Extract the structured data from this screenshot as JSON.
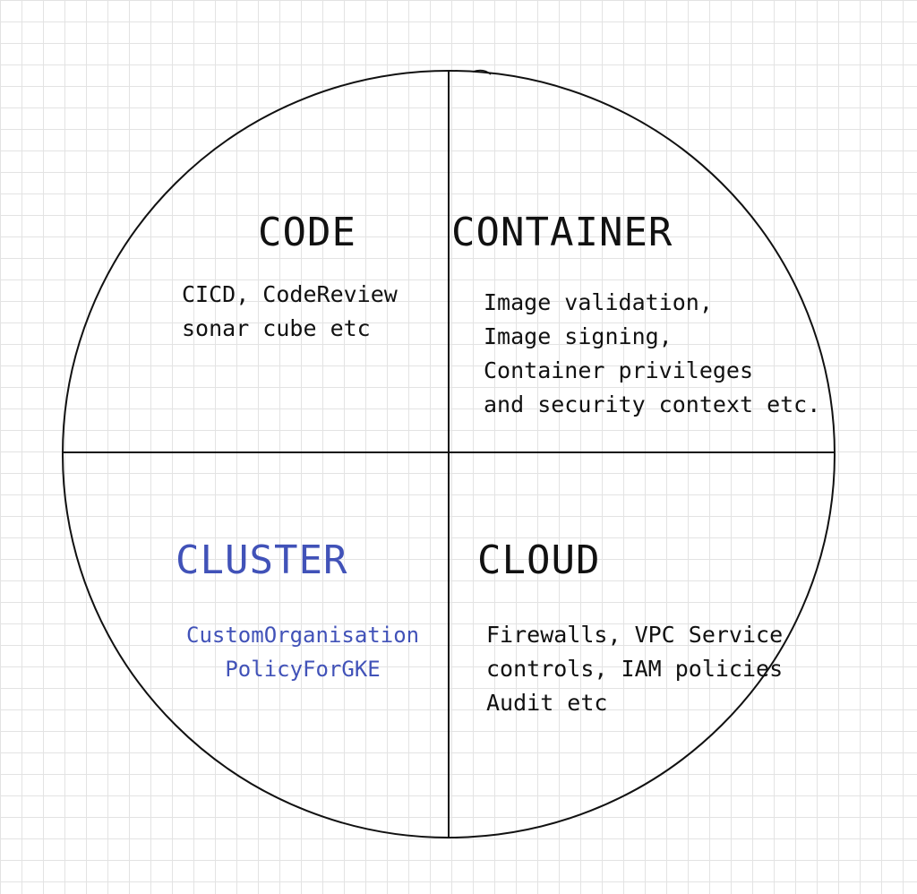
{
  "colors": {
    "ink": "#111111",
    "accent": "#4152b8",
    "grid": "#e3e3e3"
  },
  "quadrants": {
    "code": {
      "heading": "CODE",
      "lines": [
        "CICD, CodeReview",
        "sonar cube etc"
      ]
    },
    "container": {
      "heading": "CONTAINER",
      "lines": [
        "Image validation,",
        "Image signing,",
        "Container privileges",
        "and security context etc."
      ]
    },
    "cluster": {
      "heading": "CLUSTER",
      "lines": [
        "CustomOrganisation",
        "PolicyForGKE"
      ]
    },
    "cloud": {
      "heading": "CLOUD",
      "lines": [
        "Firewalls, VPC Service",
        "controls, IAM policies",
        "Audit etc"
      ]
    }
  }
}
